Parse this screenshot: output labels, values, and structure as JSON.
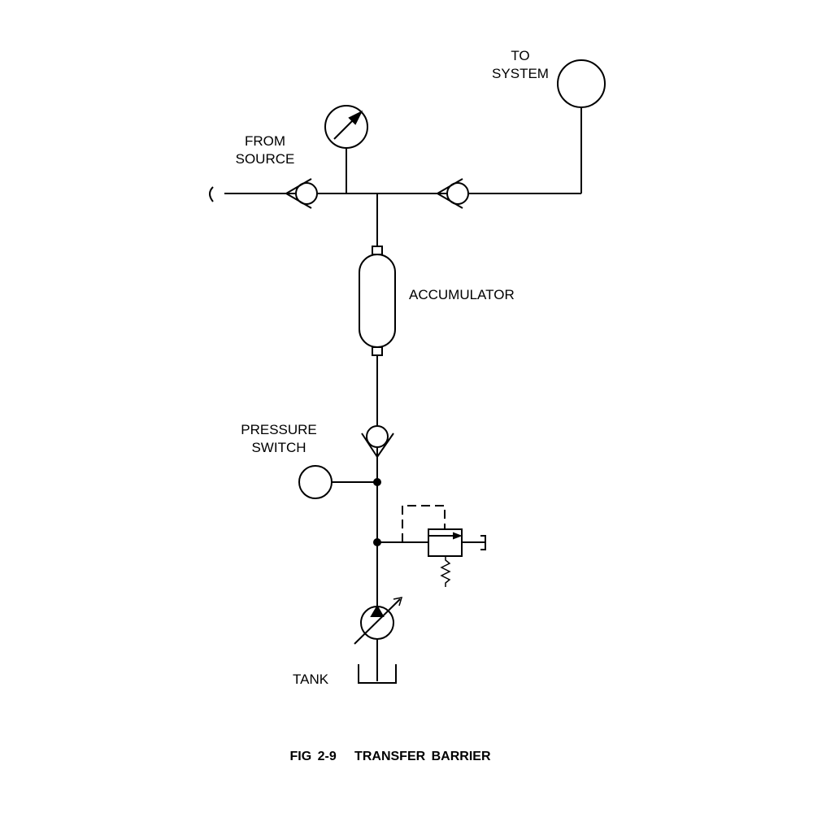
{
  "labels": {
    "to_system": [
      "TO",
      "SYSTEM"
    ],
    "from_source": [
      "FROM",
      "SOURCE"
    ],
    "accumulator": "ACCUMULATOR",
    "pressure_switch": [
      "PRESSURE",
      "SWITCH"
    ],
    "tank": "TANK"
  },
  "caption": "FIG 2-9   TRANSFER BARRIER"
}
